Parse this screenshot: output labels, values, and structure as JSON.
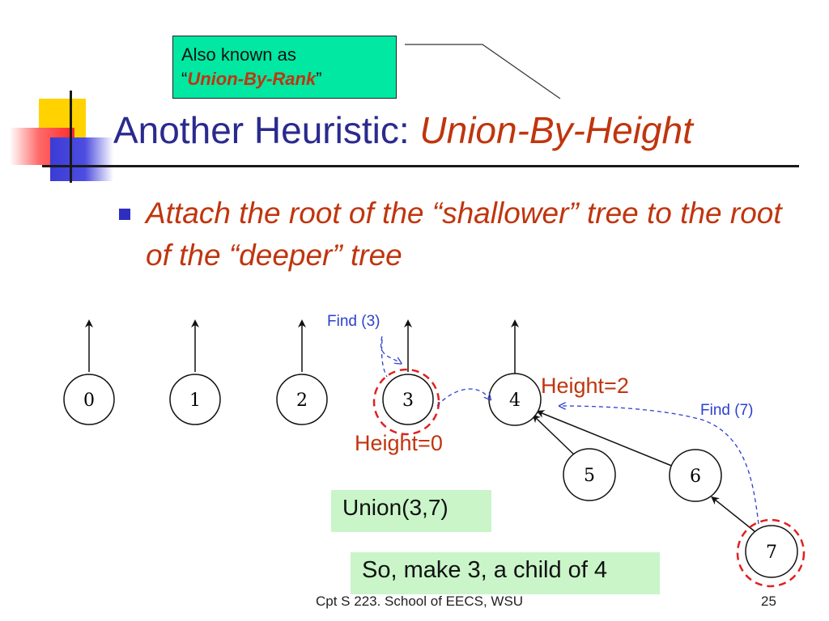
{
  "callout": {
    "line1": "Also known as",
    "open_quote": "“",
    "emphasis": "Union-By-Rank",
    "close_quote": "”"
  },
  "title": {
    "plain": "Another Heuristic: ",
    "emphasis": "Union-By-Height"
  },
  "bullet": {
    "text": "Attach the root of the “shallower” tree to the root of the “deeper” tree"
  },
  "diagram": {
    "nodes": [
      "0",
      "1",
      "2",
      "3",
      "4",
      "5",
      "6",
      "7"
    ],
    "find3_label": "Find (3)",
    "find7_label": "Find (7)",
    "height2_label": "Height=2",
    "height0_label": "Height=0"
  },
  "boxes": {
    "union": "Union(3,7)",
    "child": "So, make 3, a child of 4"
  },
  "footer": {
    "course": "Cpt S 223. School of EECS, WSU",
    "page": "25"
  },
  "colors": {
    "title_blue": "#2a2a8e",
    "accent_red": "#c0350e",
    "callout_bg": "#00e8a2",
    "box_green": "#c9f5c9",
    "dash_blue": "#2b3fd0",
    "dash_red": "#e02020"
  }
}
